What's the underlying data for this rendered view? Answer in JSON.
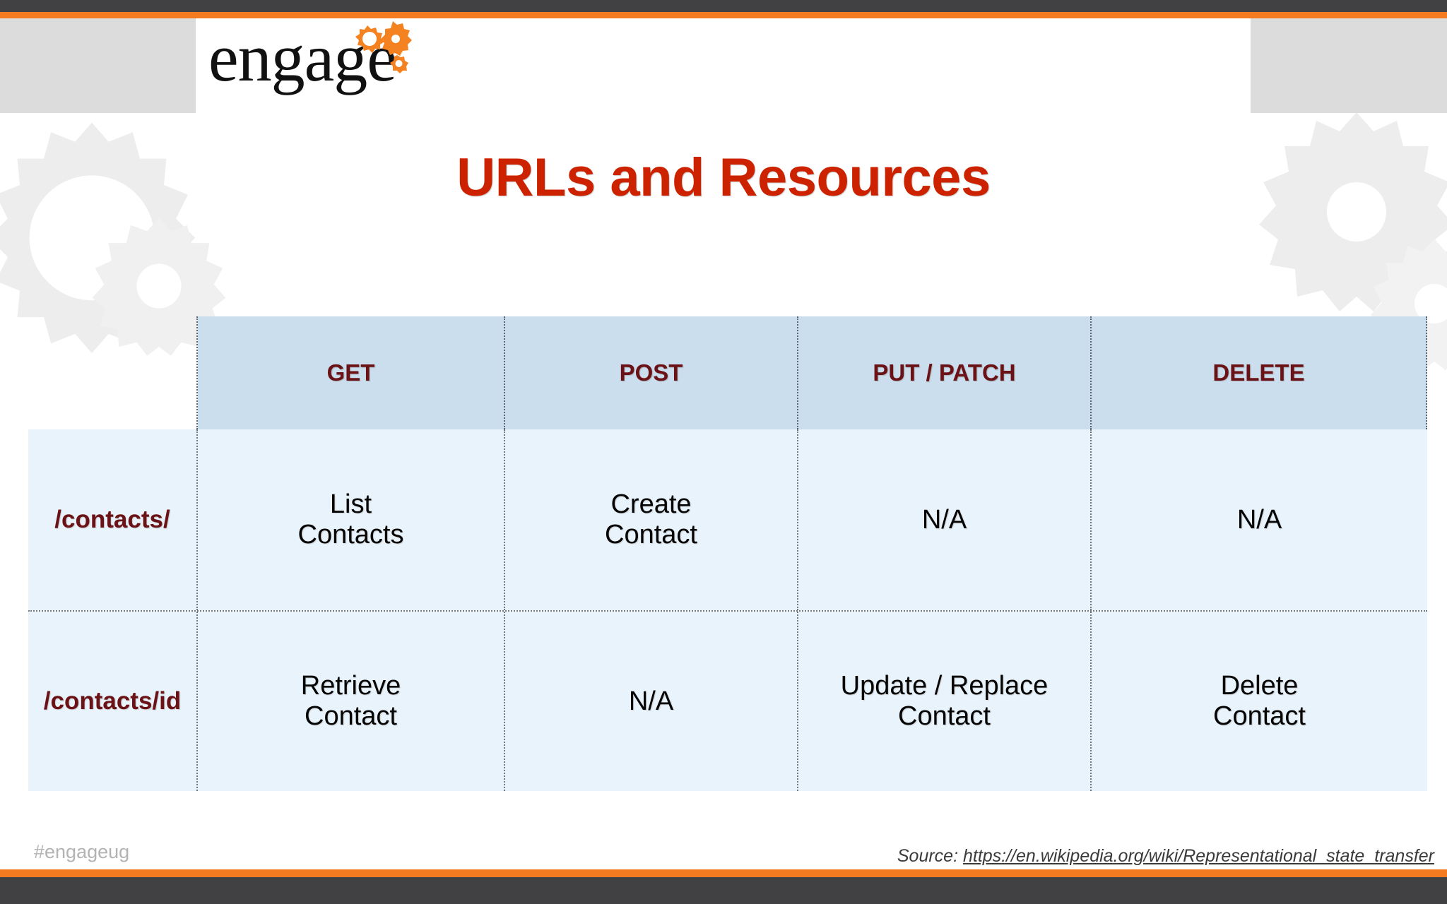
{
  "brand": {
    "logo_text": "engage",
    "logo_icon": "gears-icon"
  },
  "slide": {
    "title": "URLs and Resources"
  },
  "colors": {
    "accent_orange": "#F47B20",
    "chrome_dark": "#414042",
    "title_red": "#CC2200",
    "header_maroon": "#6B1216",
    "header_band_blue": "#CBDEEE",
    "cell_blue": "#E9F3FC",
    "hashtag_gray": "#B3B3B3"
  },
  "table": {
    "corner_label": "",
    "columns": [
      "GET",
      "POST",
      "PUT / PATCH",
      "DELETE"
    ],
    "rows": [
      {
        "resource": "/contacts/",
        "cells": [
          "List\nContacts",
          "Create\nContact",
          "N/A",
          "N/A"
        ]
      },
      {
        "resource": "/contacts/id",
        "cells": [
          "Retrieve\nContact",
          "N/A",
          "Update / Replace\nContact",
          "Delete\nContact"
        ]
      }
    ]
  },
  "footer": {
    "hashtag": "#engageug",
    "source_label": "Source: ",
    "source_url": "https://en.wikipedia.org/wiki/Representational_state_transfer"
  }
}
